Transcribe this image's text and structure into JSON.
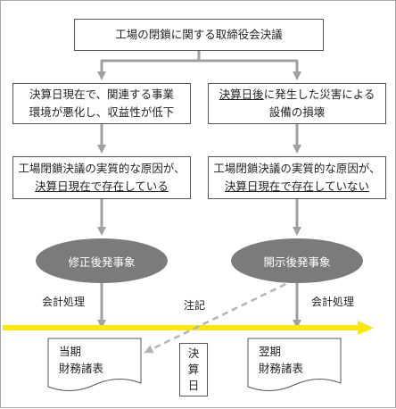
{
  "diagram": {
    "top_box": "工場の閉鎖に関する取締役会決議",
    "left_branch": {
      "cause_lines": [
        "決算日現在で、関連する事業",
        "環境が悪化し、収益性が低下"
      ],
      "judgment_lines": [
        "工場閉鎖決議の実質的な原因が、",
        "決算日現在で存在している"
      ],
      "event": "修正後発事象",
      "accounting": "会計処理",
      "statement_lines": [
        "当期",
        "財務諸表"
      ]
    },
    "right_branch": {
      "cause_lines": [
        "決算日後に発生した災害による",
        "設備の損壊"
      ],
      "judgment_lines": [
        "工場閉鎖決議の実質的な原因が、",
        "決算日現在で存在していない"
      ],
      "event": "開示後発事象",
      "accounting": "会計処理",
      "statement_lines": [
        "翌期",
        "財務諸表"
      ]
    },
    "note_label": "注記",
    "closing_date_chars": [
      "決",
      "算",
      "日"
    ]
  },
  "colors": {
    "arrow_gray": "#a0a0a0",
    "timeline_yellow": "#fce80a",
    "ellipse_fill": "#7b7b7b",
    "box_border": "#555555",
    "dashed_line": "#b4b4b4"
  }
}
